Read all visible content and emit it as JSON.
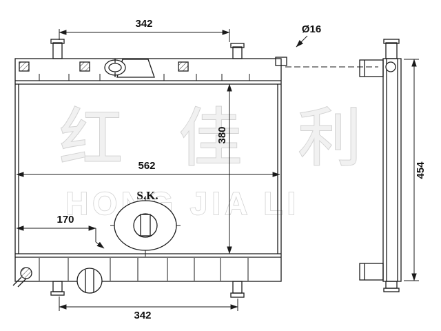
{
  "drawing": {
    "part_label": "S.K.",
    "dimensions": {
      "top_width": "342",
      "overall_width": "562",
      "core_height": "380",
      "offset_left": "170",
      "bottom_width": "342",
      "side_height": "454",
      "pipe_diameter": "Ø16"
    },
    "watermark": {
      "chinese": "红 佳 利",
      "latin": "HONG JIA LI"
    },
    "colors": {
      "line": "#1a1a1a",
      "watermark": "#d8d8d8",
      "background": "#ffffff"
    }
  }
}
